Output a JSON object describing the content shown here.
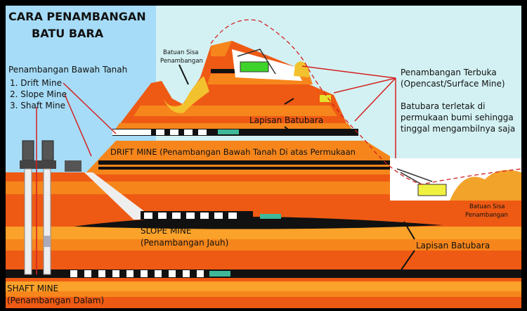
{
  "title": {
    "line1": "CARA PENAMBANGAN",
    "line2": "BATU BARA"
  },
  "underground": {
    "heading": "Penambangan Bawah Tanah",
    "items": [
      "1.  Drift Mine",
      "2. Slope Mine",
      "3. Shaft Mine"
    ]
  },
  "waste_rock_top": {
    "line1": "Batuan Sisa",
    "line2": "Penambangan"
  },
  "coal_seam_top": "Lapisan Batubara",
  "drift_mine_label": "DRIFT MINE (Penambangan Bawah Tanah Di atas Permukaan",
  "surface": {
    "line1": "Penambangan Terbuka",
    "line2": "(Opencast/Surface Mine)",
    "desc1": "Batubara terletak di",
    "desc2": "permukaan bumi sehingga",
    "desc3": "tinggal mengambilnya saja"
  },
  "waste_rock_right": {
    "line1": "Batuan Sisa",
    "line2": "Penambangan"
  },
  "slope_mine": {
    "line1": "SLOPE MINE",
    "line2": "(Penambangan Jauh)"
  },
  "coal_seam_bottom": "Lapisan Batubara",
  "shaft_mine": {
    "line1": "SHAFT MINE",
    "line2": "(Penambangan Dalam)"
  },
  "colors": {
    "sky_left": "#a6dcf7",
    "sky_right": "#d3f1f3",
    "orange_dark": "#ee5a14",
    "orange": "#f6861c",
    "orange_light": "#faa22a",
    "coal": "#111111",
    "pointer": "#d42020"
  }
}
